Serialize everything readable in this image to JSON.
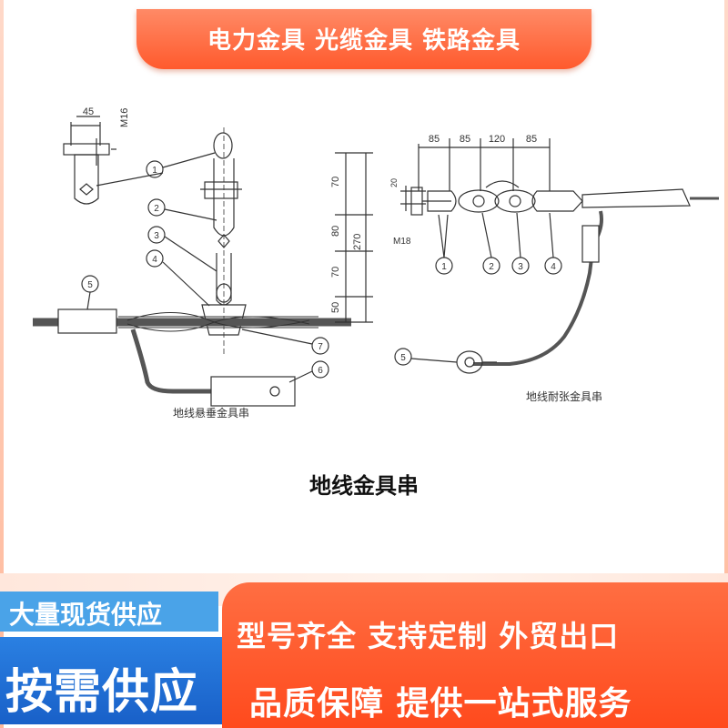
{
  "banner": {
    "title": "电力金具  光缆金具  铁路金具"
  },
  "diagram_left": {
    "caption": "地线悬垂金具串",
    "dim_top_width": "45",
    "dim_bolt": "M16",
    "dims_vertical": [
      "70",
      "80",
      "70",
      "50"
    ],
    "dim_total": "270",
    "callouts": [
      "1",
      "2",
      "3",
      "4",
      "5",
      "6",
      "7"
    ]
  },
  "diagram_right": {
    "caption": "地线耐张金具串",
    "dims_horizontal": [
      "85",
      "85",
      "120",
      "85"
    ],
    "dim_left_small": "20",
    "dim_bolt": "M18",
    "callouts": [
      "1",
      "2",
      "3",
      "4",
      "5"
    ]
  },
  "center_caption": "地线金具串",
  "bottom": {
    "left_top": "大量现货供应",
    "left_bottom": "按需供应",
    "right_top": "型号齐全  支持定制  外贸出口",
    "right_bottom": "品质保障  提供一站式服务"
  },
  "colors": {
    "orange": "#ff5a2d",
    "blue": "#1960c8",
    "light_blue": "#4aa3e8"
  }
}
